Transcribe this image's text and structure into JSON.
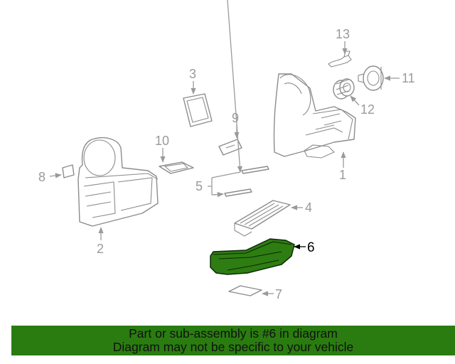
{
  "callouts": {
    "c1": "1",
    "c2": "2",
    "c3": "3",
    "c4": "4",
    "c5": "5",
    "c6": "6",
    "c7": "7",
    "c8": "8",
    "c9": "9",
    "c10": "10",
    "c11": "11",
    "c12": "12",
    "c13": "13"
  },
  "highlighted_part": "6",
  "colors": {
    "highlight": "#2e7d12",
    "banner": "#2a7c10",
    "line": "#8c8c8c"
  },
  "banner": {
    "line1": "Part or sub-assembly is #6 in diagram",
    "line2": "Diagram may not be specific to your vehicle"
  }
}
